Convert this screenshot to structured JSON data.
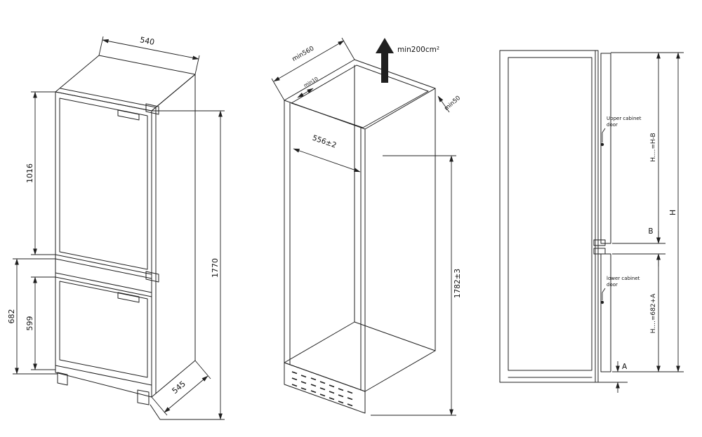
{
  "fridge_view": {
    "dim_top_width": "540",
    "dim_upper_height": "1016",
    "dim_total_height": "1770",
    "dim_lower_section": "682",
    "dim_lower_door": "599",
    "dim_depth": "545"
  },
  "niche_view": {
    "dim_min_depth": "min560",
    "dim_min_front_gap": "min10",
    "vent_area_label": "min200cm²",
    "dim_min_rear_gap": "min50",
    "dim_inner_width": "556±2",
    "dim_inner_height": "1782±3"
  },
  "section_view": {
    "upper_door_label_line1": "Upper cabinet",
    "upper_door_label_line2": "door",
    "lower_door_label_line1": "lower cabinet",
    "lower_door_label_line2": "door",
    "dim_upper_door": "H....=H-B",
    "dim_gap": "B",
    "dim_total": "H",
    "dim_lower_door": "H....=682+A",
    "dim_bottom_gap": "A"
  }
}
